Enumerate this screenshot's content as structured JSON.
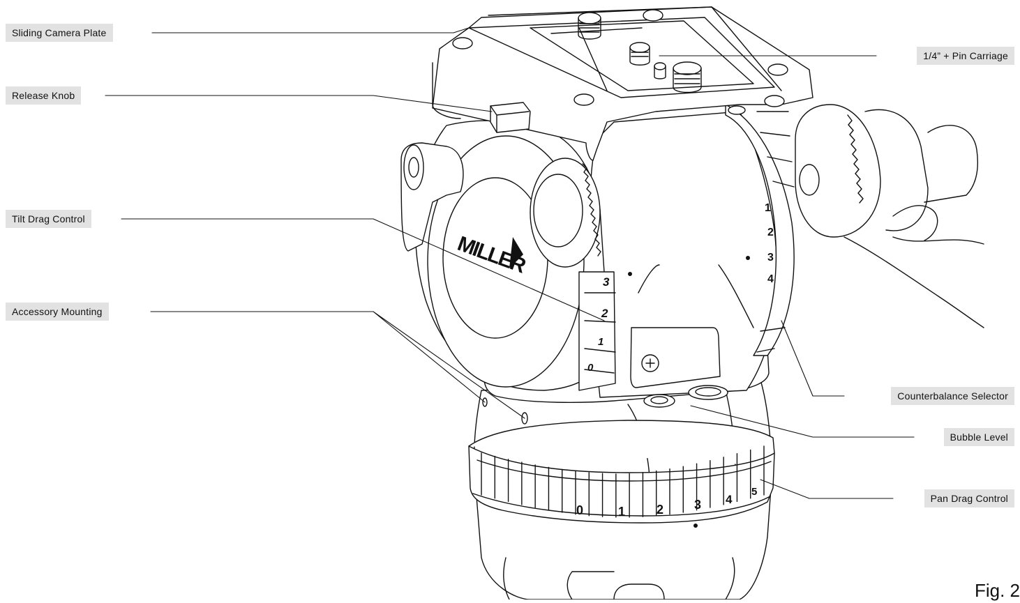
{
  "callouts": {
    "sliding_camera_plate": "Sliding Camera Plate",
    "release_knob": "Release Knob",
    "tilt_drag_control": "Tilt Drag Control",
    "accessory_mounting": "Accessory Mounting",
    "pin_carriage": "1/4” + Pin Carriage",
    "counterbalance_selector": "Counterbalance Selector",
    "bubble_level": "Bubble Level",
    "pan_drag_control": "Pan Drag Control"
  },
  "brand_logo": "MILLER",
  "tilt_dial_numbers": [
    "3",
    "2",
    "1",
    "0"
  ],
  "counterbalance_numbers": [
    "1",
    "2",
    "3",
    "4"
  ],
  "pan_dial_numbers": [
    "0",
    "1",
    "2",
    "3",
    "4",
    "5"
  ],
  "figure_label": "Fig. 2",
  "colors": {
    "line": "#111111",
    "label_background": "#e2e2e2"
  }
}
